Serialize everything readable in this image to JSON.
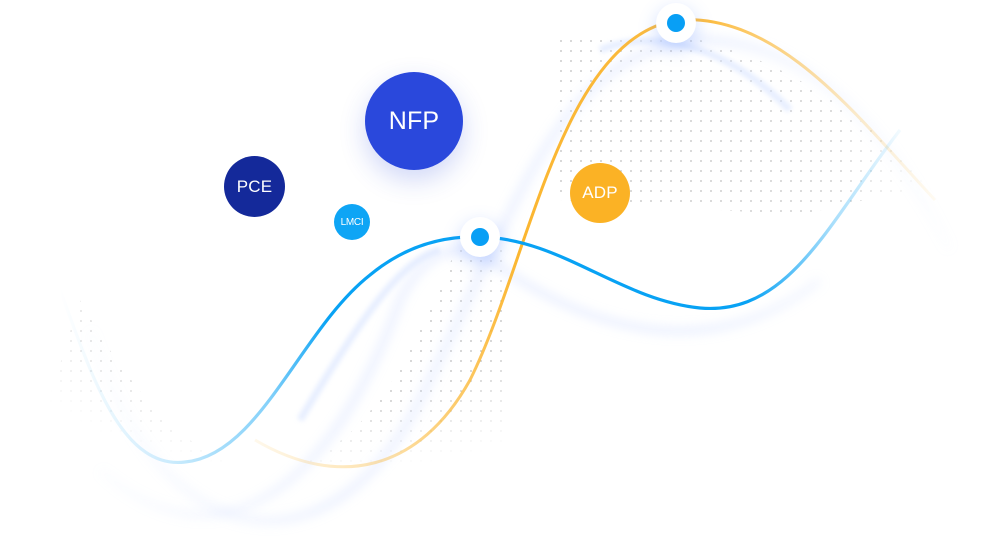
{
  "diagram": {
    "description": "Decorative economic indicator wave illustration",
    "bubbles": [
      {
        "id": "nfp",
        "label": "NFP",
        "color": "#2a48dc"
      },
      {
        "id": "pce",
        "label": "PCE",
        "color": "#14299a"
      },
      {
        "id": "lmci",
        "label": "LMCI",
        "color": "#0ea5f5"
      },
      {
        "id": "adp",
        "label": "ADP",
        "color": "#fbb225"
      }
    ],
    "curves": [
      {
        "id": "blue-wave",
        "color": "#08a2f4"
      },
      {
        "id": "orange-wave",
        "color": "#fbb225"
      },
      {
        "id": "shadow-wave",
        "color": "#dbe6ff"
      }
    ],
    "markers": [
      {
        "id": "peak-marker",
        "color": "#089ff5"
      },
      {
        "id": "crossing-marker",
        "color": "#089ff5"
      }
    ],
    "grid_dot_color": "#b4b4b4"
  }
}
